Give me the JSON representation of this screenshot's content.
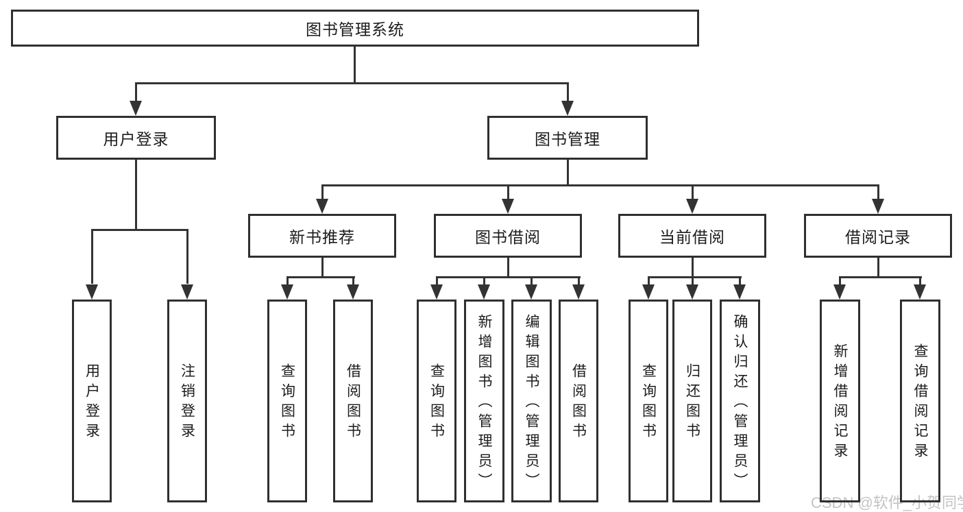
{
  "diagram": {
    "type": "hierarchy-tree",
    "root": {
      "label": "图书管理系统",
      "children": [
        {
          "label": "用户登录",
          "children": [
            {
              "label": "用户登录"
            },
            {
              "label": "注销登录"
            }
          ]
        },
        {
          "label": "图书管理",
          "children": [
            {
              "label": "新书推荐",
              "children": [
                {
                  "label": "查询图书"
                },
                {
                  "label": "借阅图书"
                }
              ]
            },
            {
              "label": "图书借阅",
              "children": [
                {
                  "label": "查询图书"
                },
                {
                  "label": "新增图书（管理员）"
                },
                {
                  "label": "编辑图书（管理员）"
                },
                {
                  "label": "借阅图书"
                }
              ]
            },
            {
              "label": "当前借阅",
              "children": [
                {
                  "label": "查询图书"
                },
                {
                  "label": "归还图书"
                },
                {
                  "label": "确认归还（管理员）"
                }
              ]
            },
            {
              "label": "借阅记录",
              "children": [
                {
                  "label": "新增借阅记录"
                },
                {
                  "label": "查询借阅记录"
                }
              ]
            }
          ]
        }
      ]
    },
    "colors": {
      "line": "#333333",
      "box_border": "#2f2f2f",
      "text": "#1c1c1c",
      "background": "#ffffff",
      "watermark": "#c3c3c3"
    }
  },
  "watermark": "CSDN @软件_小贺同学"
}
